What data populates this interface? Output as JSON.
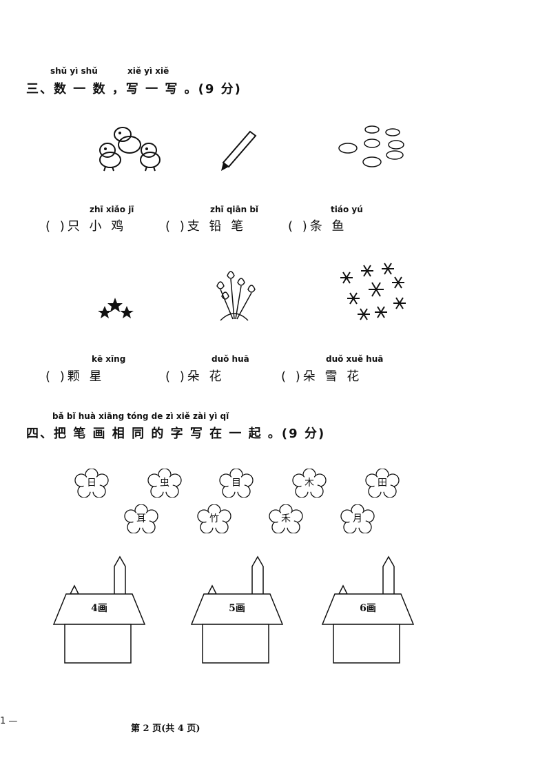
{
  "section3": {
    "pinyin_a": "shǔ  yì  shǔ",
    "pinyin_b": "xiě  yì  xiě",
    "title": "三、数 一 数 ，写 一 写 。(9 分)",
    "row1": [
      {
        "pinyin": "zhī  xiǎo  jī",
        "text": "(      )只 小 鸡",
        "icon": "chicks-icon"
      },
      {
        "pinyin": "zhī  qiān  bǐ",
        "text": "(      )支 铅 笔",
        "icon": "pencil-icon"
      },
      {
        "pinyin": "tiáo  yú",
        "text": "(      )条 鱼",
        "icon": "fish-icon"
      }
    ],
    "row2": [
      {
        "pinyin": "kē  xīng",
        "text": "(      )颗 星",
        "icon": "stars-icon"
      },
      {
        "pinyin": "duǒ  huā",
        "text": "(      )朵 花",
        "icon": "flowers-icon"
      },
      {
        "pinyin": "duǒ  xuě  huā",
        "text": "(      )朵 雪 花",
        "icon": "snowflakes-icon"
      }
    ]
  },
  "section4": {
    "pinyin": "bǎ  bǐ  huà  xiāng  tóng  de  zì  xiě  zài  yì  qǐ",
    "title": "四、把 笔 画  相  同  的 字 写 在 一 起 。(9 分)",
    "flowers_top": [
      "日",
      "虫",
      "目",
      "木",
      "田"
    ],
    "flowers_bottom": [
      "耳",
      "竹",
      "禾",
      "月"
    ],
    "houses": [
      "4画",
      "5画",
      "6画"
    ]
  },
  "footer": {
    "page": "第 2 页(共 4 页)",
    "edge_mark": "1 —"
  }
}
